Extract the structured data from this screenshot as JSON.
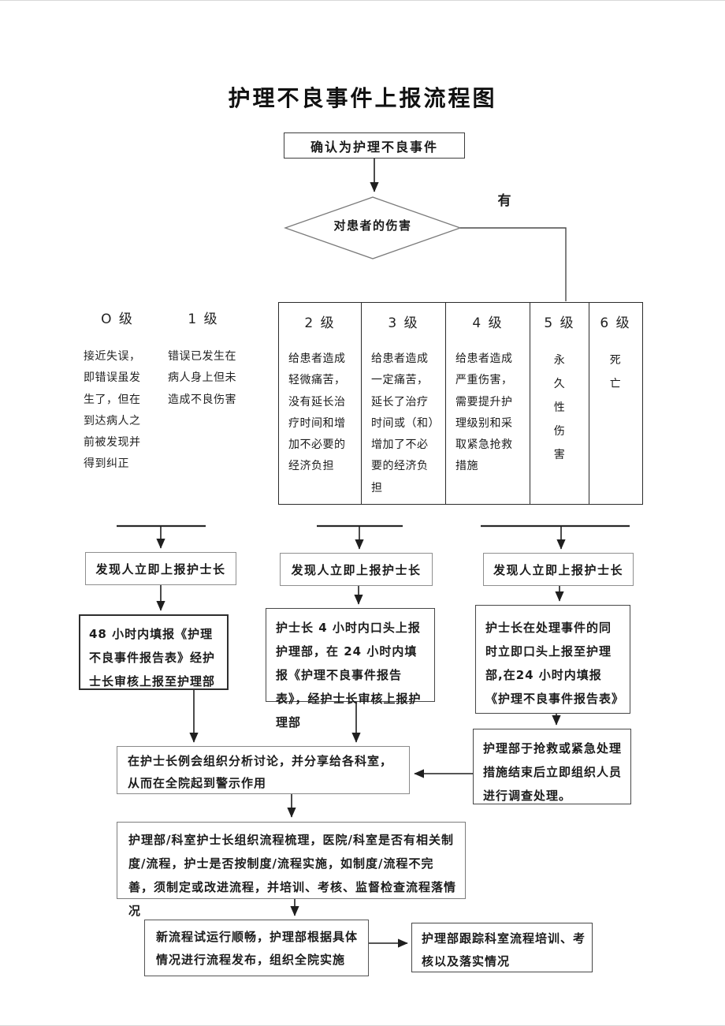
{
  "title": "护理不良事件上报流程图",
  "flow": {
    "confirm": "确认为护理不良事件",
    "decision": "对患者的伤害",
    "branch_yes": "有",
    "report_left": "发现人立即上报护士长",
    "report_mid": "发现人立即上报护士长",
    "report_right": "发现人立即上报护士长",
    "fill_left": "48 小时内填报《护理不良事件报告表》经护士长审核上报至护理部",
    "fill_mid": "护士长 4 小时内口头上报护理部，在 24 小时内填报《护理不良事件报告表》，经护士长审核上报护理部",
    "fill_right": "护士长在处理事件的同时立即口头上报至护理部,在24 小时内填报《护理不良事件报告表》",
    "share": "在护士长例会组织分析讨论，并分享给各科室，从而在全院起到警示作用",
    "investigate": "护理部于抢救或紧急处理措施结束后立即组织人员进行调查处理。",
    "review": "护理部/科室护士长组织流程梳理，医院/科室是否有相关制度/流程，护士是否按制度/流程实施，如制度/流程不完善，须制定或改进流程，并培训、考核、监督检查流程落情况",
    "release": "新流程试运行顺畅，护理部根据具体情况进行流程发布，组织全院实施",
    "track": "护理部跟踪科室流程培训、考核以及落实情况"
  },
  "levels": [
    {
      "label": "O 级",
      "desc": "接近失误，即错误虽发生了，但在到达病人之前被发现并得到纠正"
    },
    {
      "label": "1 级",
      "desc": "错误已发生在病人身上但未造成不良伤害"
    },
    {
      "label": "2 级",
      "desc": "给患者造成轻微痛苦，没有延长治疗时间和增加不必要的经济负担"
    },
    {
      "label": "3 级",
      "desc": "给患者造成一定痛苦，延长了治疗时间或（和）增加了不必要的经济负担"
    },
    {
      "label": "4 级",
      "desc": "给患者造成严重伤害，需要提升护理级别和采取紧急抢救措施"
    },
    {
      "label": "5 级",
      "desc": "永久性伤害"
    },
    {
      "label": "6 级",
      "desc": "死亡"
    }
  ],
  "colors": {
    "line": "#2f2f2f",
    "diamond_stroke": "#7a7a7a",
    "text": "#1a1a1a"
  }
}
